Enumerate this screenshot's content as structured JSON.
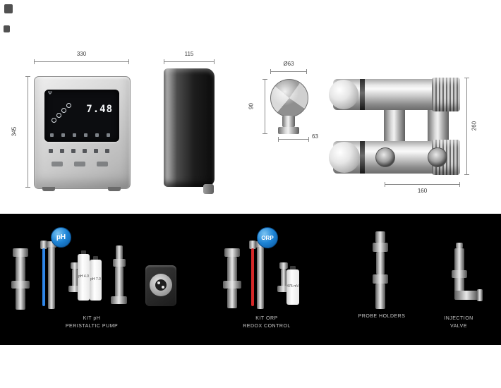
{
  "controller": {
    "display": {
      "value": "7.48"
    },
    "dim_width": "330",
    "dim_height": "345"
  },
  "side": {
    "dim_depth": "115"
  },
  "knob": {
    "dim_diameter": "Ø63",
    "dim_height": "90",
    "dim_base": "63"
  },
  "manifold": {
    "dim_height": "260",
    "dim_span": "160"
  },
  "kits": {
    "ph": {
      "badge": "pH",
      "bottle1": "pH 4.0",
      "bottle2": "pH 7.0",
      "label1": "KIT pH",
      "label2": "PERISTALTIC PUMP"
    },
    "orp": {
      "badge": "ORP",
      "bottle1": "475 mV",
      "label1": "KIT ORP",
      "label2": "REDOX CONTROL"
    },
    "extras": {
      "label_left": "PROBE HOLDERS",
      "label_right1": "INJECTION",
      "label_right2": "VALVE"
    }
  }
}
